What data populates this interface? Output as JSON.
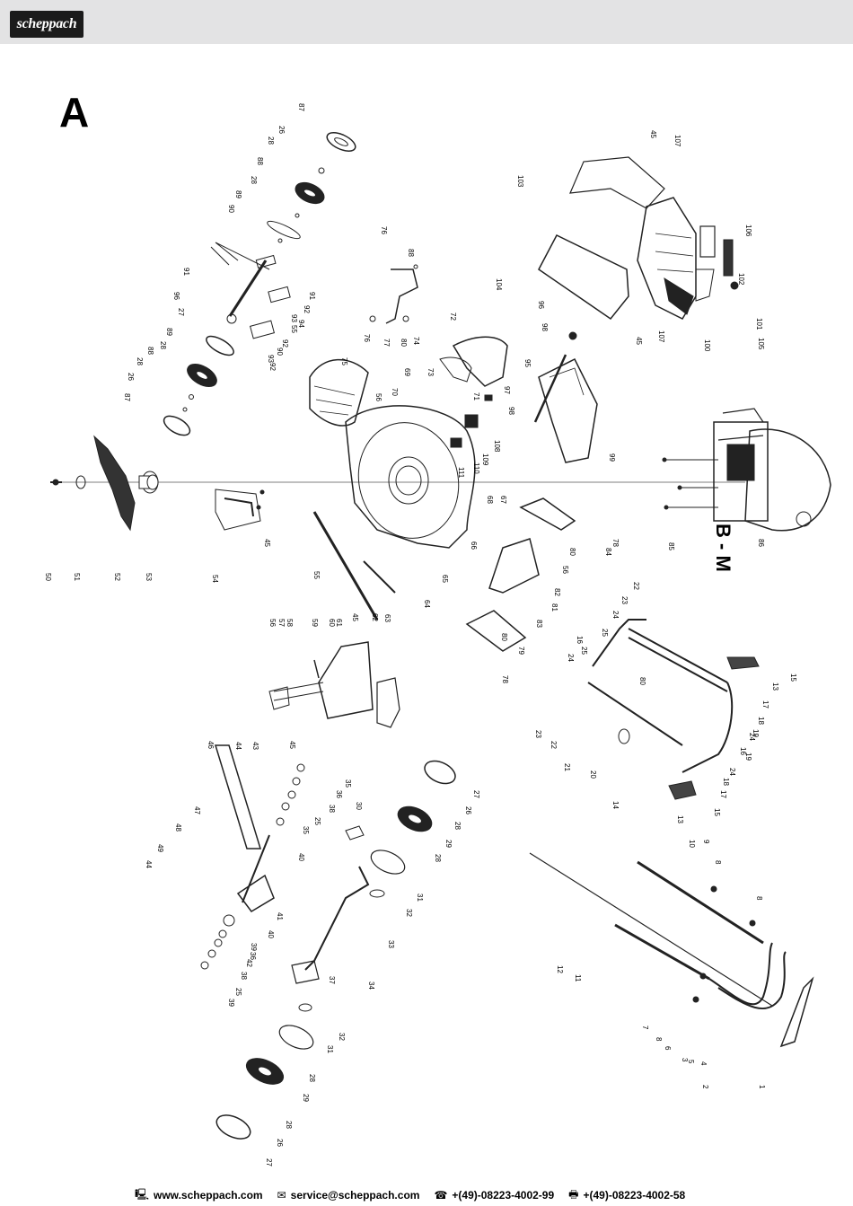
{
  "header": {
    "logo_text": "scheppach"
  },
  "section": {
    "letter": "A",
    "subassembly_label": "B - M"
  },
  "part_numbers": {
    "wheel_top_left": [
      "87",
      "26",
      "28",
      "88",
      "28",
      "89",
      "90"
    ],
    "axle_left": [
      "91",
      "92",
      "93",
      "94",
      "55",
      "92",
      "90",
      "93",
      "92"
    ],
    "wheel_left_lower": [
      "91",
      "96",
      "27",
      "89",
      "28",
      "88",
      "28",
      "26",
      "87"
    ],
    "blade_axis": [
      "50",
      "51",
      "52",
      "53",
      "54",
      "45",
      "55",
      "64",
      "65",
      "66",
      "67",
      "68"
    ],
    "deck": [
      "56",
      "75",
      "72",
      "74",
      "73",
      "70",
      "69",
      "71",
      "108",
      "109",
      "110",
      "111",
      "97",
      "98",
      "95",
      "99",
      "96",
      "98"
    ],
    "handle_top": [
      "76",
      "88",
      "77",
      "80",
      "76",
      "104"
    ],
    "engine_cover": [
      "103",
      "45",
      "107",
      "106",
      "102",
      "105",
      "101",
      "100",
      "107",
      "45"
    ],
    "engine": [
      "86",
      "85"
    ],
    "side_discharge": [
      "56",
      "57",
      "58",
      "59",
      "60",
      "61",
      "45",
      "62",
      "63",
      "45"
    ],
    "rear_flap": [
      "78",
      "84",
      "80",
      "56",
      "82",
      "81",
      "83",
      "79",
      "78",
      "80"
    ],
    "handle_frame": [
      "22",
      "23",
      "24",
      "25",
      "16",
      "25",
      "24",
      "80",
      "15",
      "13",
      "17",
      "18",
      "19",
      "24",
      "16",
      "19",
      "24",
      "18",
      "17",
      "15",
      "13",
      "14",
      "20",
      "21",
      "22",
      "23"
    ],
    "gearbox": [
      "46",
      "44",
      "43",
      "47",
      "48",
      "49",
      "44",
      "41",
      "40",
      "39",
      "35",
      "36",
      "37",
      "38",
      "25",
      "35",
      "36",
      "42",
      "38",
      "25",
      "39",
      "40"
    ],
    "rear_wheels": [
      "27",
      "26",
      "28",
      "29",
      "28",
      "31",
      "32",
      "33",
      "30",
      "34",
      "32",
      "31",
      "28",
      "29",
      "28",
      "26",
      "27"
    ],
    "cables": [
      "10",
      "9",
      "8",
      "8",
      "12",
      "11",
      "7",
      "8",
      "6",
      "3",
      "5",
      "4",
      "2",
      "1"
    ]
  },
  "footer": {
    "website": "www.scheppach.com",
    "email": "service@scheppach.com",
    "phone": "+(49)-08223-4002-99",
    "fax": "+(49)-08223-4002-58"
  }
}
